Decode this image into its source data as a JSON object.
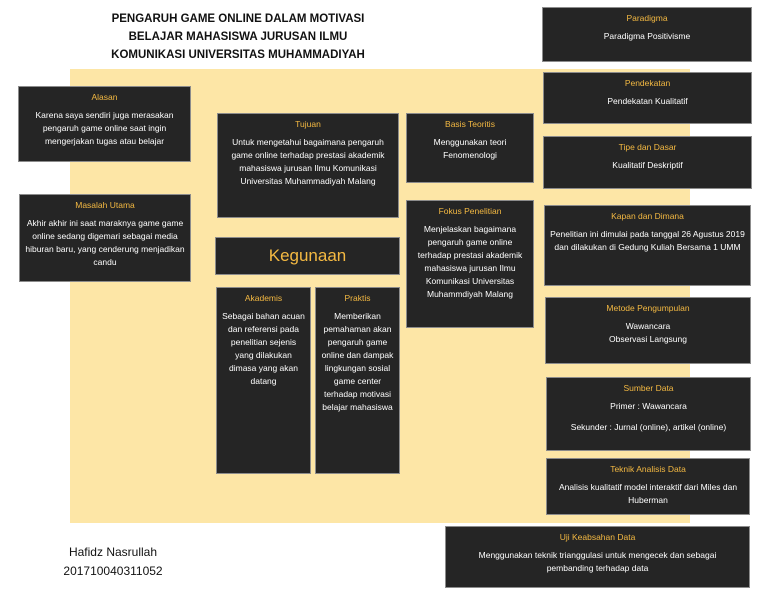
{
  "title": {
    "line1": "PENGARUH GAME ONLINE DALAM MOTIVASI",
    "line2": "BELAJAR MAHASISWA JURUSAN ILMU",
    "line3": "KOMUNIKASI UNIVERSITAS MUHAMMADIYAH"
  },
  "alasan": {
    "heading": "Alasan",
    "text": "Karena saya sendiri juga merasakan pengaruh game online saat ingin mengerjakan tugas atau belajar"
  },
  "masalah": {
    "heading": "Masalah Utama",
    "text": "Akhir akhir ini saat maraknya game game online sedang digemari sebagai media hiburan baru, yang cenderung menjadikan candu"
  },
  "tujuan": {
    "heading": "Tujuan",
    "text": "Untuk mengetahui bagaimana pengaruh game online terhadap prestasi akademik mahasiswa jurusan Ilmu Komunikasi Universitas Muhammadiyah Malang"
  },
  "basis": {
    "heading": "Basis Teoritis",
    "text": "Menggunakan teori Fenomenologi"
  },
  "fokus": {
    "heading": "Fokus Penelitian",
    "text": "Menjelaskan bagaimana pengaruh game online terhadap prestasi akademik mahasiswa jurusan Ilmu Komunikasi Universitas Muhammdiyah Malang"
  },
  "kegunaan": "Kegunaan",
  "akademis": {
    "heading": "Akademis",
    "text": "Sebagai bahan acuan dan referensi pada penelitian sejenis yang dilakukan dimasa yang akan datang"
  },
  "praktis": {
    "heading": "Praktis",
    "text": "Memberikan pemahaman akan pengaruh game online dan dampak lingkungan sosial game center terhadap motivasi belajar mahasiswa"
  },
  "paradigma": {
    "heading": "Paradigma",
    "text": "Paradigma Positivisme"
  },
  "pendekatan": {
    "heading": "Pendekatan",
    "text": "Pendekatan Kualitatif"
  },
  "tipe": {
    "heading": "Tipe dan Dasar",
    "text": "Kualitatif Deskriptif"
  },
  "kapan": {
    "heading": "Kapan dan Dimana",
    "text": "Penelitian ini dimulai pada tanggal 26 Agustus 2019 dan dilakukan di Gedung Kuliah Bersama 1 UMM"
  },
  "metode": {
    "heading": "Metode Pengumpulan",
    "line1": "Wawancara",
    "line2": "Observasi Langsung"
  },
  "sumber": {
    "heading": "Sumber Data",
    "line1": "Primer : Wawancara",
    "line2": "Sekunder : Jurnal (online), artikel (online)"
  },
  "teknik": {
    "heading": "Teknik Analisis Data",
    "text": "Analisis kualitatif model interaktif dari Miles dan Huberman"
  },
  "uji": {
    "heading": "Uji Keabsahan Data",
    "text": "Menggunakan teknik trianggulasi untuk mengecek dan sebagai pembanding terhadap data"
  },
  "author": {
    "name": "Hafidz Nasrullah",
    "id": "201710040311052"
  }
}
